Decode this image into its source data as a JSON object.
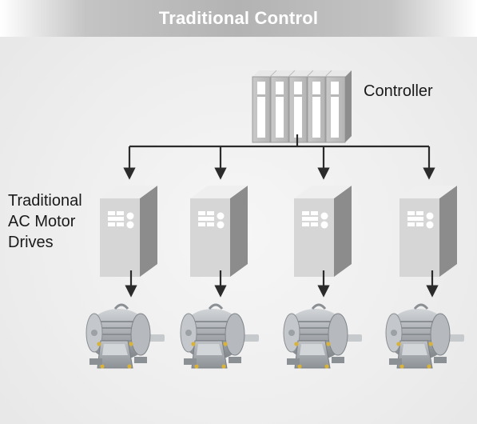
{
  "banner": {
    "title": "Traditional Control"
  },
  "controller": {
    "label": "Controller"
  },
  "drives": {
    "label": "Traditional\nAC Motor\nDrives",
    "count": 4
  },
  "motors": {
    "count": 4
  },
  "colors": {
    "banner": "#b3b3b3",
    "cabinet_front": "#d9d9d9",
    "cabinet_side": "#8f8f8f",
    "arrow": "#2b2b2b",
    "motor": "#a9adb2"
  },
  "icons": [
    "controller-rack-icon",
    "drive-cabinet-icon",
    "ac-motor-icon",
    "arrow-down-icon"
  ]
}
